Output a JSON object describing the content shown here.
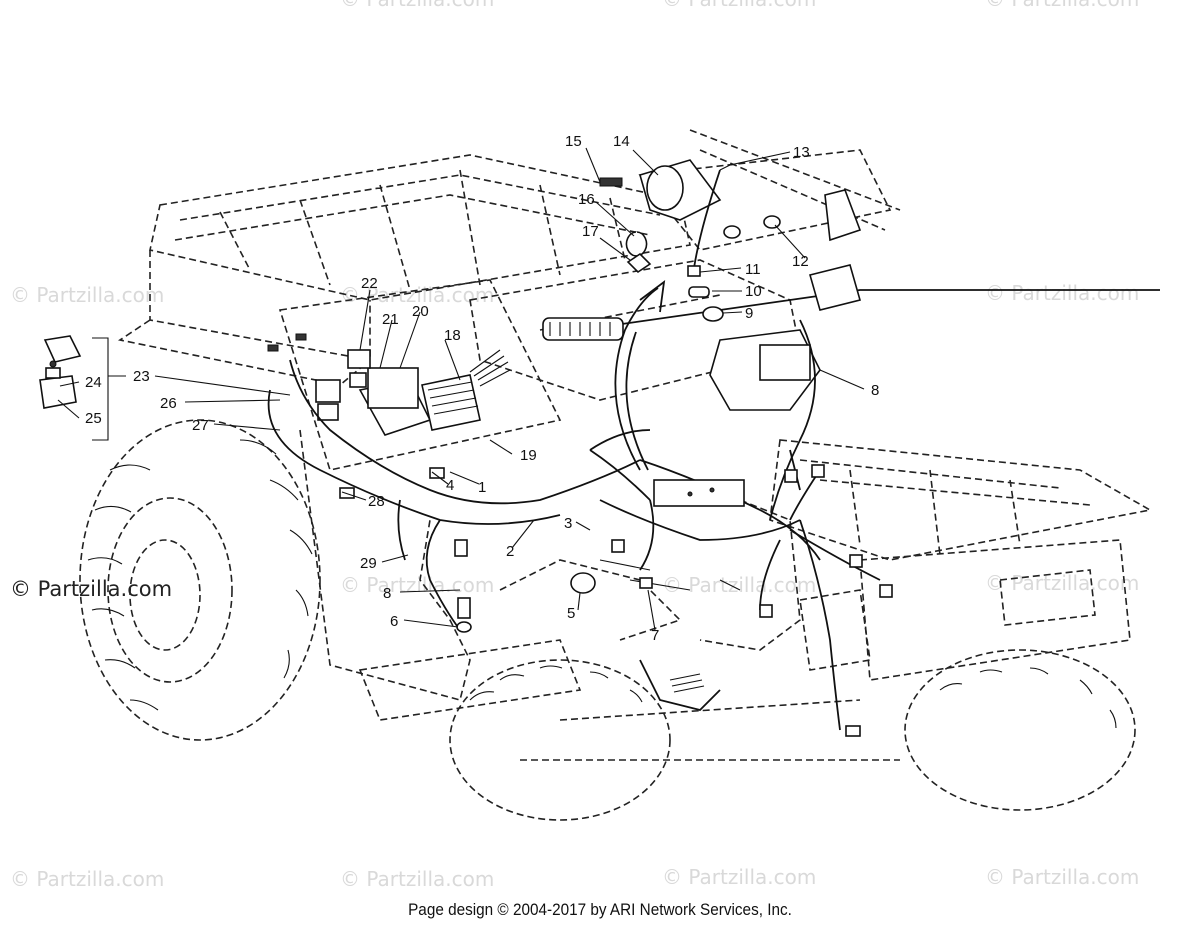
{
  "watermark": "© Partzilla.com",
  "watermark_featured": "© Partzilla.com",
  "footer": "Page design © 2004-2017 by ARI Network Services, Inc.",
  "callouts": {
    "c1": "1",
    "c2": "2",
    "c3": "3",
    "c4": "4",
    "c5": "5",
    "c6": "6",
    "c7": "7",
    "c8a": "8",
    "c8b": "8",
    "c9": "9",
    "c10": "10",
    "c11": "11",
    "c12": "12",
    "c13": "13",
    "c14": "14",
    "c15": "15",
    "c16": "16",
    "c17": "17",
    "c18": "18",
    "c19": "19",
    "c20": "20",
    "c21": "21",
    "c22": "22",
    "c23": "23",
    "c24": "24",
    "c25": "25",
    "c26": "26",
    "c27": "27",
    "c28": "28",
    "c29": "29"
  }
}
